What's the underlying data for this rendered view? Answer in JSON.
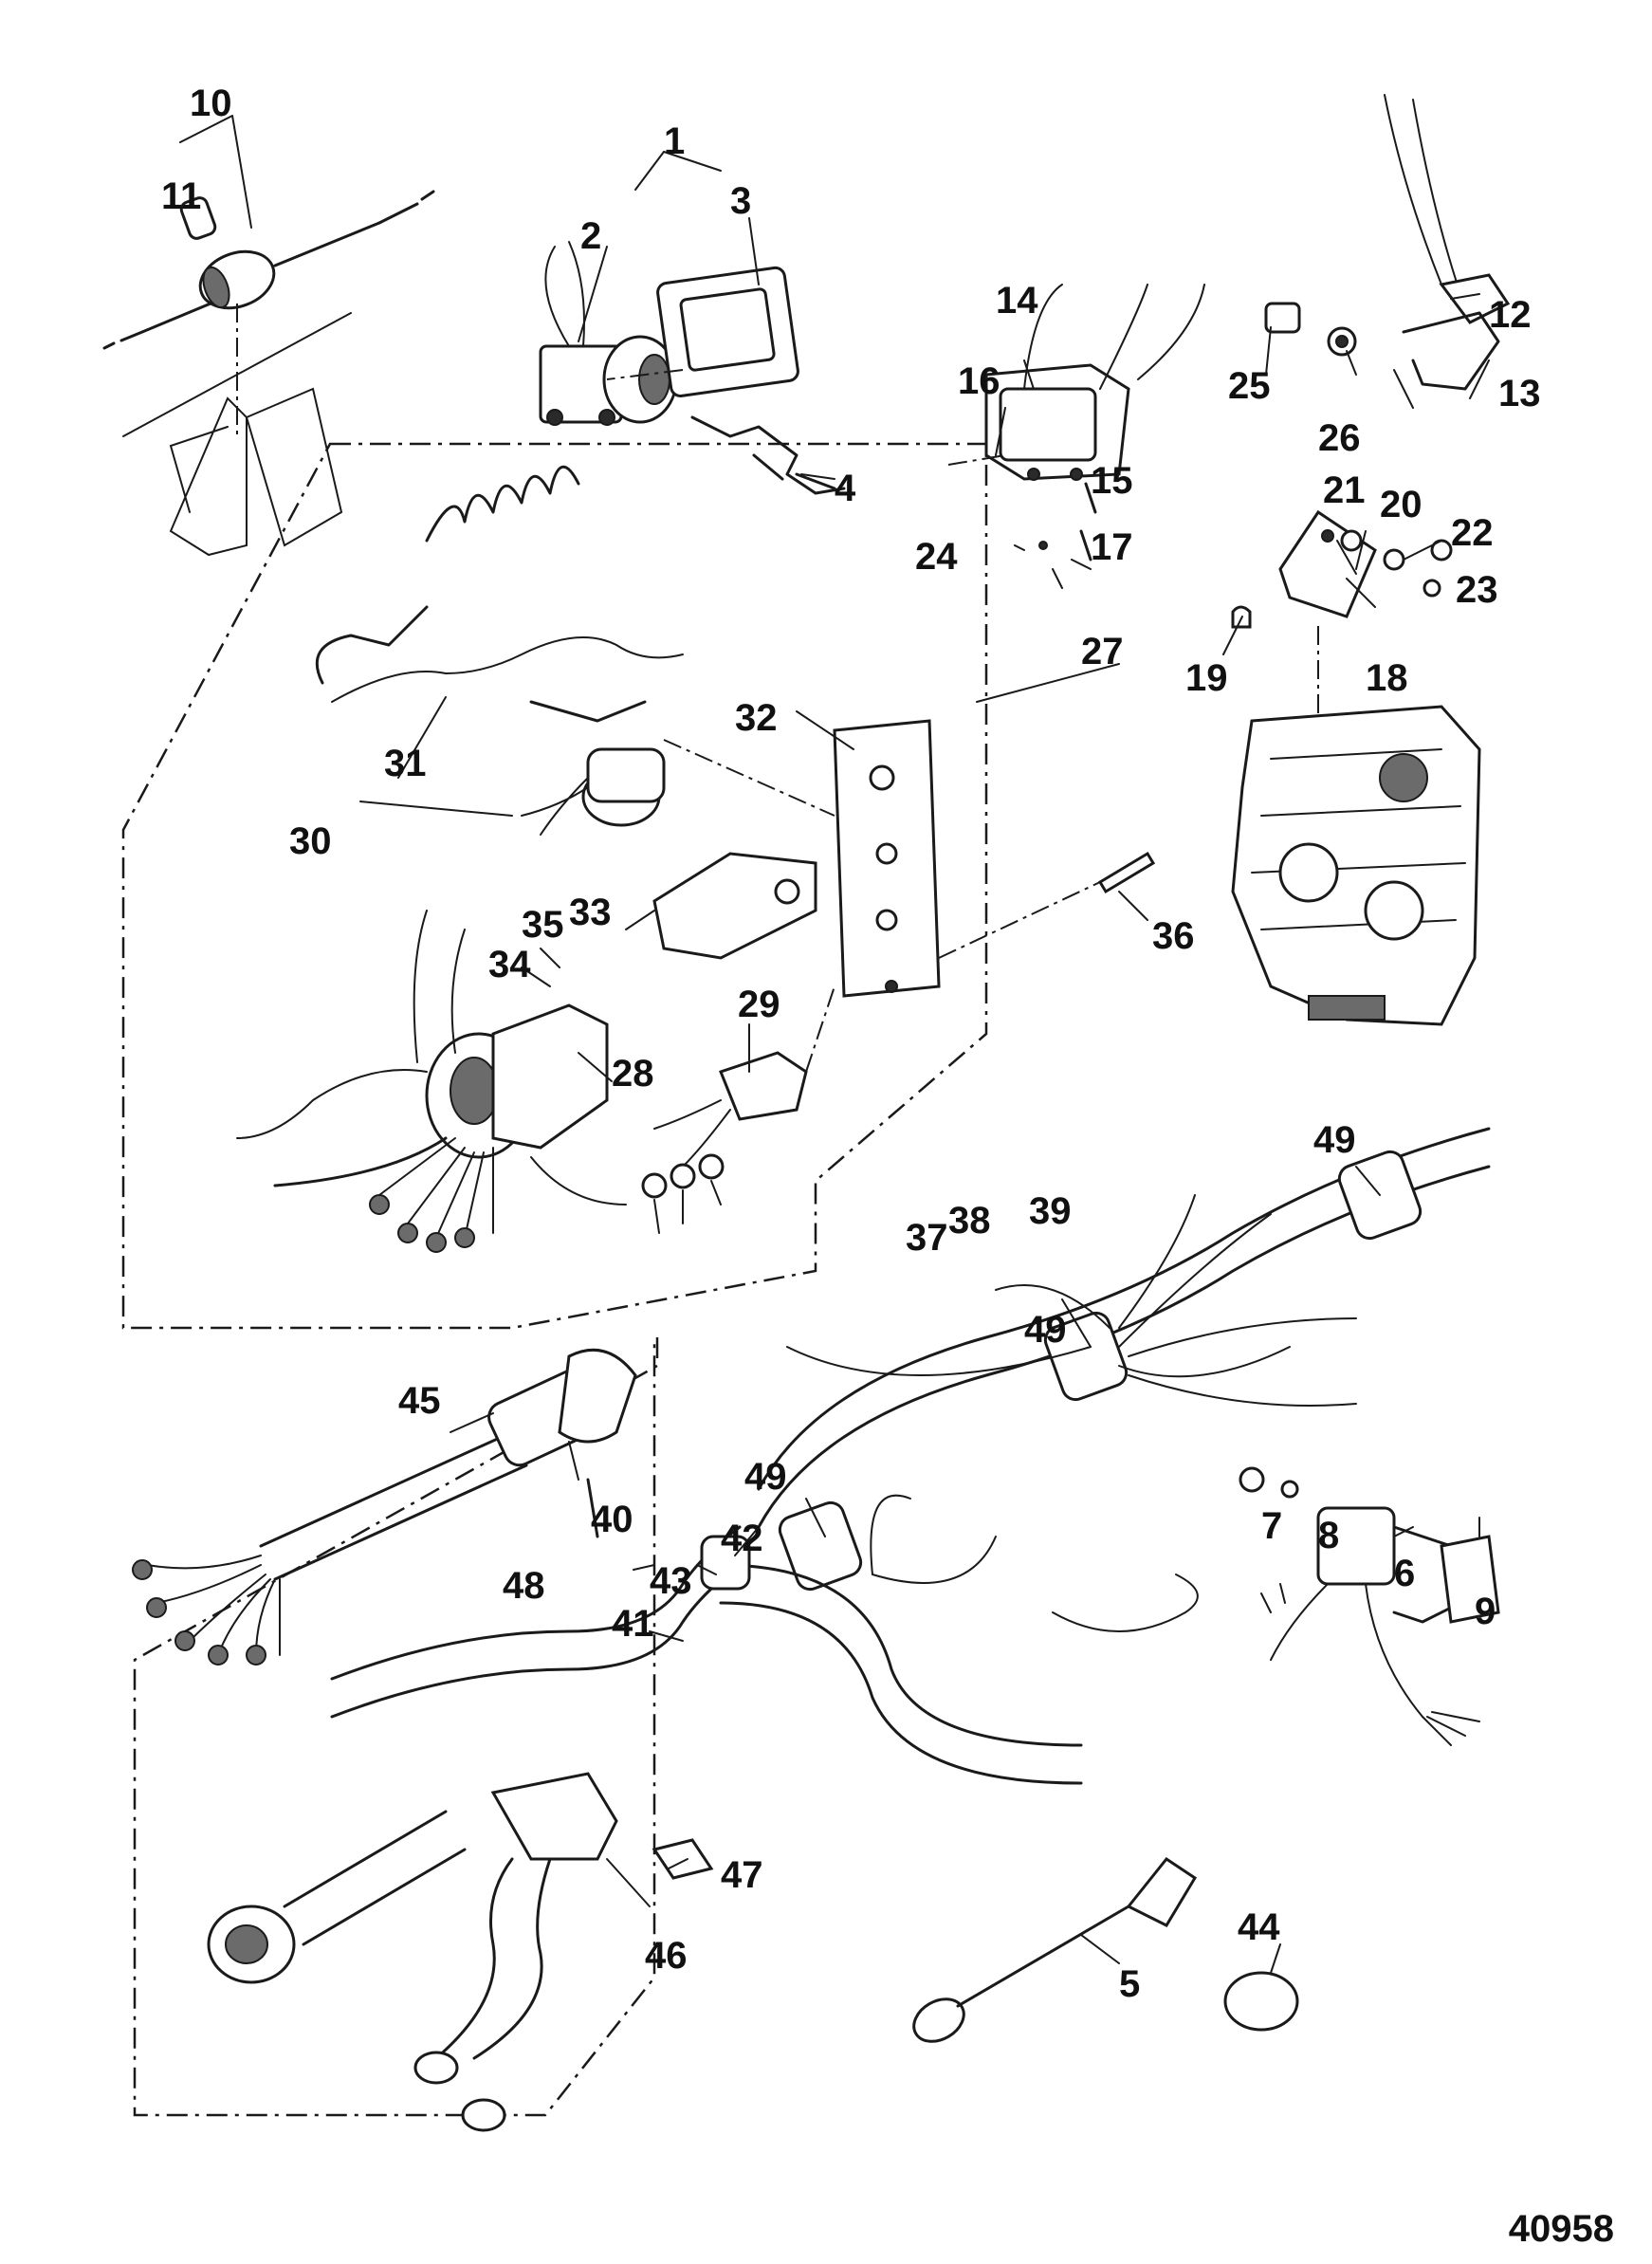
{
  "figure_number": "40958",
  "callouts": [
    {
      "id": "1",
      "label": "1"
    },
    {
      "id": "2",
      "label": "2"
    },
    {
      "id": "3",
      "label": "3"
    },
    {
      "id": "4",
      "label": "4"
    },
    {
      "id": "5",
      "label": "5"
    },
    {
      "id": "6",
      "label": "6"
    },
    {
      "id": "7",
      "label": "7"
    },
    {
      "id": "8",
      "label": "8"
    },
    {
      "id": "9",
      "label": "9"
    },
    {
      "id": "10",
      "label": "10"
    },
    {
      "id": "11",
      "label": "11"
    },
    {
      "id": "12",
      "label": "12"
    },
    {
      "id": "13",
      "label": "13"
    },
    {
      "id": "14",
      "label": "14"
    },
    {
      "id": "15",
      "label": "15"
    },
    {
      "id": "16",
      "label": "16"
    },
    {
      "id": "17",
      "label": "17"
    },
    {
      "id": "18",
      "label": "18"
    },
    {
      "id": "19",
      "label": "19"
    },
    {
      "id": "20",
      "label": "20"
    },
    {
      "id": "21",
      "label": "21"
    },
    {
      "id": "22",
      "label": "22"
    },
    {
      "id": "23",
      "label": "23"
    },
    {
      "id": "24",
      "label": "24"
    },
    {
      "id": "25",
      "label": "25"
    },
    {
      "id": "26",
      "label": "26"
    },
    {
      "id": "27",
      "label": "27"
    },
    {
      "id": "28",
      "label": "28"
    },
    {
      "id": "29",
      "label": "29"
    },
    {
      "id": "30",
      "label": "30"
    },
    {
      "id": "31",
      "label": "31"
    },
    {
      "id": "32",
      "label": "32"
    },
    {
      "id": "33",
      "label": "33"
    },
    {
      "id": "34",
      "label": "34"
    },
    {
      "id": "35",
      "label": "35"
    },
    {
      "id": "36",
      "label": "36"
    },
    {
      "id": "37",
      "label": "37"
    },
    {
      "id": "38",
      "label": "38"
    },
    {
      "id": "39",
      "label": "39"
    },
    {
      "id": "40",
      "label": "40"
    },
    {
      "id": "41",
      "label": "41"
    },
    {
      "id": "42",
      "label": "42"
    },
    {
      "id": "43",
      "label": "43"
    },
    {
      "id": "44",
      "label": "44"
    },
    {
      "id": "45",
      "label": "45"
    },
    {
      "id": "46",
      "label": "46"
    },
    {
      "id": "47",
      "label": "47"
    },
    {
      "id": "48",
      "label": "48"
    },
    {
      "id": "49a",
      "label": "49"
    },
    {
      "id": "49b",
      "label": "49"
    },
    {
      "id": "49c",
      "label": "49"
    }
  ]
}
